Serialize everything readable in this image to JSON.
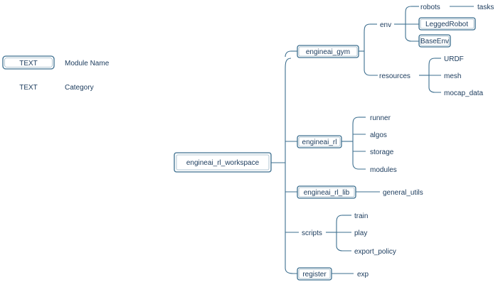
{
  "legend": {
    "module_sample": "TEXT",
    "module_desc": "Module Name",
    "category_sample": "TEXT",
    "category_desc": "Category"
  },
  "tree": {
    "root": "engineai_rl_workspace",
    "gym": "engineai_gym",
    "env": "env",
    "robots": "robots",
    "tasks": "tasks",
    "legged_robot": "LeggedRobot",
    "base_env": "BaseEnv",
    "resources": "resources",
    "urdf": "URDF",
    "mesh": "mesh",
    "mocap_data": "mocap_data",
    "rl": "engineai_rl",
    "runner": "runner",
    "algos": "algos",
    "storage": "storage",
    "modules": "modules",
    "rl_lib": "engineai_rl_lib",
    "general_utils": "general_utils",
    "scripts": "scripts",
    "train": "train",
    "play": "play",
    "export_policy": "export_policy",
    "register": "register",
    "exp": "exp"
  }
}
